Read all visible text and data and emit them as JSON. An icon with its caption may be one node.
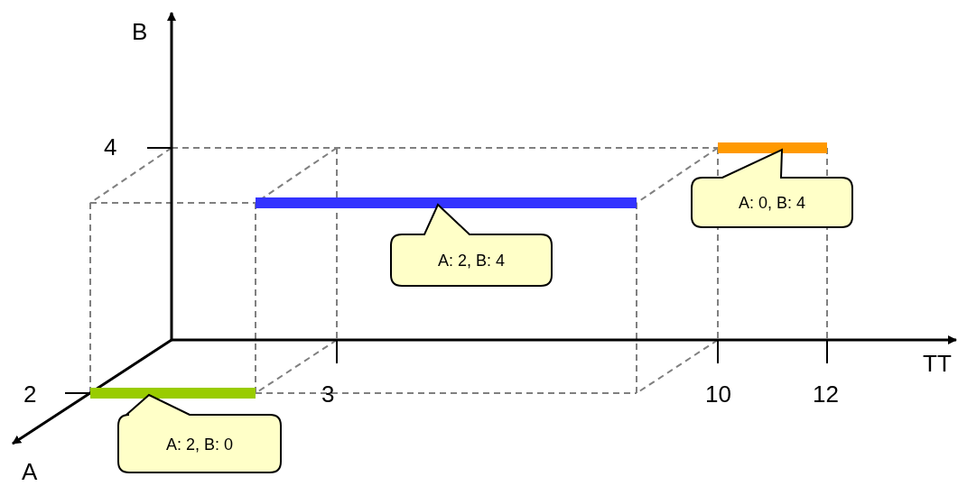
{
  "diagram": {
    "nodes": [
      {
        "text": [],
        "shape": "bar"
      },
      {
        "text": [
          "A: 0, B: 4"
        ]
      },
      {
        "text": [],
        "shape": "bar"
      },
      {
        "text": [
          "A: 2, B: 4"
        ]
      },
      {
        "text": [],
        "shape": "bar"
      },
      {
        "text": [
          "A: 2, B: 0"
        ]
      }
    ],
    "labels": [
      "B",
      "4",
      "TT",
      "2",
      "3",
      "10",
      "12",
      "A"
    ]
  }
}
